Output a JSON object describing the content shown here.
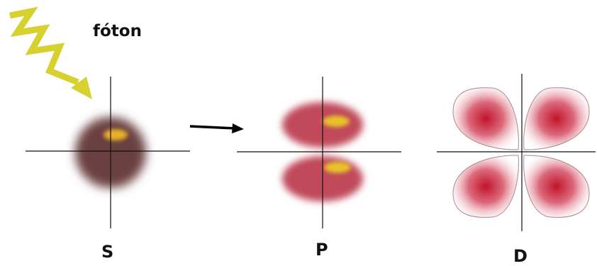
{
  "labels": {
    "photon": "fóton",
    "s": "S",
    "p": "P",
    "d": "D"
  },
  "colors": {
    "photon": "#d6d12e",
    "s_orbital": "#6b3f3f",
    "lobe": "#c0485a",
    "d_lobe_core": "#c0142c",
    "highlight": "#e8c22a",
    "axis": "#111111",
    "arrow": "#000000"
  },
  "icons": {
    "photon": "zigzag-arrow-icon",
    "transition": "right-arrow-icon"
  }
}
